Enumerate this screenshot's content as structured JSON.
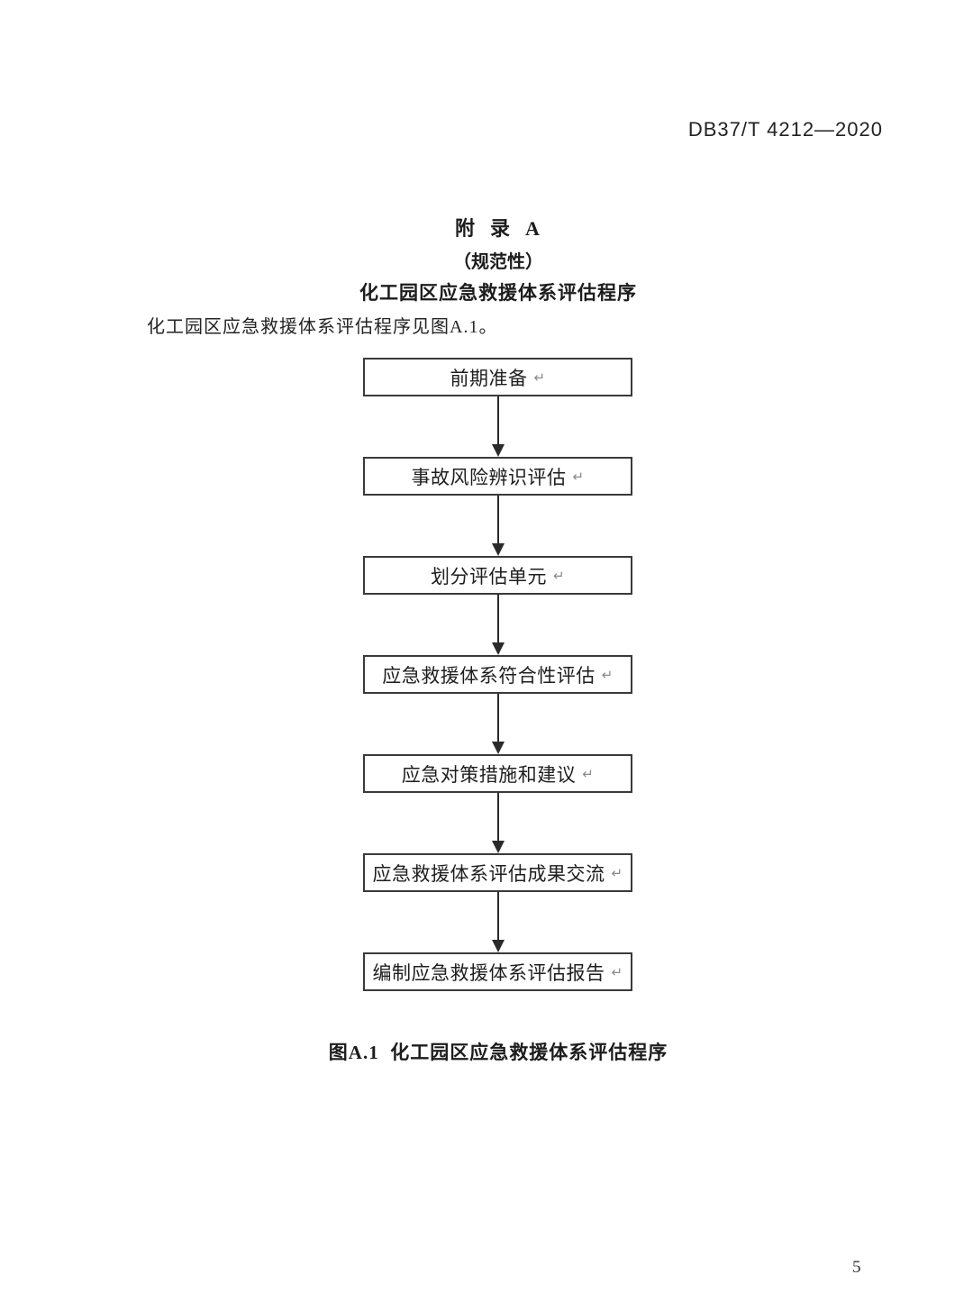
{
  "page": {
    "header_code": "DB37/T 4212—2020",
    "page_number": "5"
  },
  "appendix": {
    "title_line1": "附  录  A",
    "title_line2": "（规范性）",
    "title_line3": "化工园区应急救援体系评估程序",
    "intro_text": "化工园区应急救援体系评估程序见图A.1。"
  },
  "flowchart": {
    "return_mark": "↵",
    "steps": [
      "前期准备",
      "事故风险辨识评估",
      "划分评估单元",
      "应急救援体系符合性评估",
      "应急对策措施和建议",
      "应急救援体系评估成果交流",
      "编制应急救援体系评估报告"
    ],
    "caption": "图A.1  化工园区应急救援体系评估程序"
  }
}
